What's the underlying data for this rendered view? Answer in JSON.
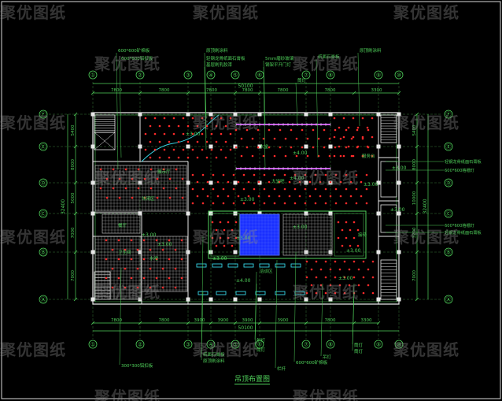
{
  "title": "吊顶布置图",
  "watermark": "聚优图纸",
  "dims": {
    "total_top": "50100",
    "total_bottom": "50100",
    "top_spans": [
      "7800",
      "7800",
      "7800",
      "7800",
      "7800",
      "7800",
      "3300"
    ],
    "bottom_spans": [
      "7800",
      "7800",
      "3900",
      "3900",
      "3900",
      "3900",
      "7800",
      "3300"
    ],
    "left_spans": [
      "5400",
      "8000",
      "5000",
      "7000",
      "7000"
    ],
    "left_total": "32400",
    "right_spans": [
      "5400",
      "8000",
      "10000",
      "3200",
      "7000"
    ],
    "right_total": "32400"
  },
  "col_axes": [
    "①",
    "②",
    "③",
    "④",
    "⑤",
    "⑥",
    "⑦",
    "⑧",
    "⑨",
    "⑩"
  ],
  "row_axes": [
    "Ⓕ",
    "Ⓔ",
    "Ⓓ",
    "Ⓒ",
    "Ⓑ",
    "Ⓐ"
  ],
  "top_callouts": [
    "600*600矿棉板",
    "600*600铝扣板",
    "原顶刷涂料",
    "轻钢龙骨纸面石膏板",
    "基层刷乳胶漆",
    "5mm磨砂玻璃",
    "钢架平开门灯",
    "筒灯",
    "纸面石膏板",
    "原顶刷涂料"
  ],
  "bottom_callouts": [
    "300*300铝扣板",
    "纸面石膏板",
    "原顶刷涂料",
    "射灯",
    "筒灯",
    "600*600矿棉板",
    "栏杆",
    "吊灯",
    "筒灯",
    "筒灯"
  ],
  "right_callouts": [
    "轻钢龙骨纸面石膏板",
    "600*600格栅灯",
    "600*600格栅灯",
    "轻钢龙骨纸面石膏板"
  ],
  "room_labels": [
    "休闲区",
    "大堂",
    "接待",
    "水吧",
    "餐厅",
    "洽谈区",
    "大堂吧",
    "服务台",
    "卫生间",
    "展示厅"
  ],
  "elevations": [
    "±3.00",
    "±4.00",
    "±4.00",
    "±3.00",
    "±3.00",
    "±3.00",
    "±3.00",
    "±3.00",
    "±3.00",
    "±3.00",
    "±3.00",
    "±3.00",
    "±4.00",
    "±3.00",
    "±3.00"
  ]
}
